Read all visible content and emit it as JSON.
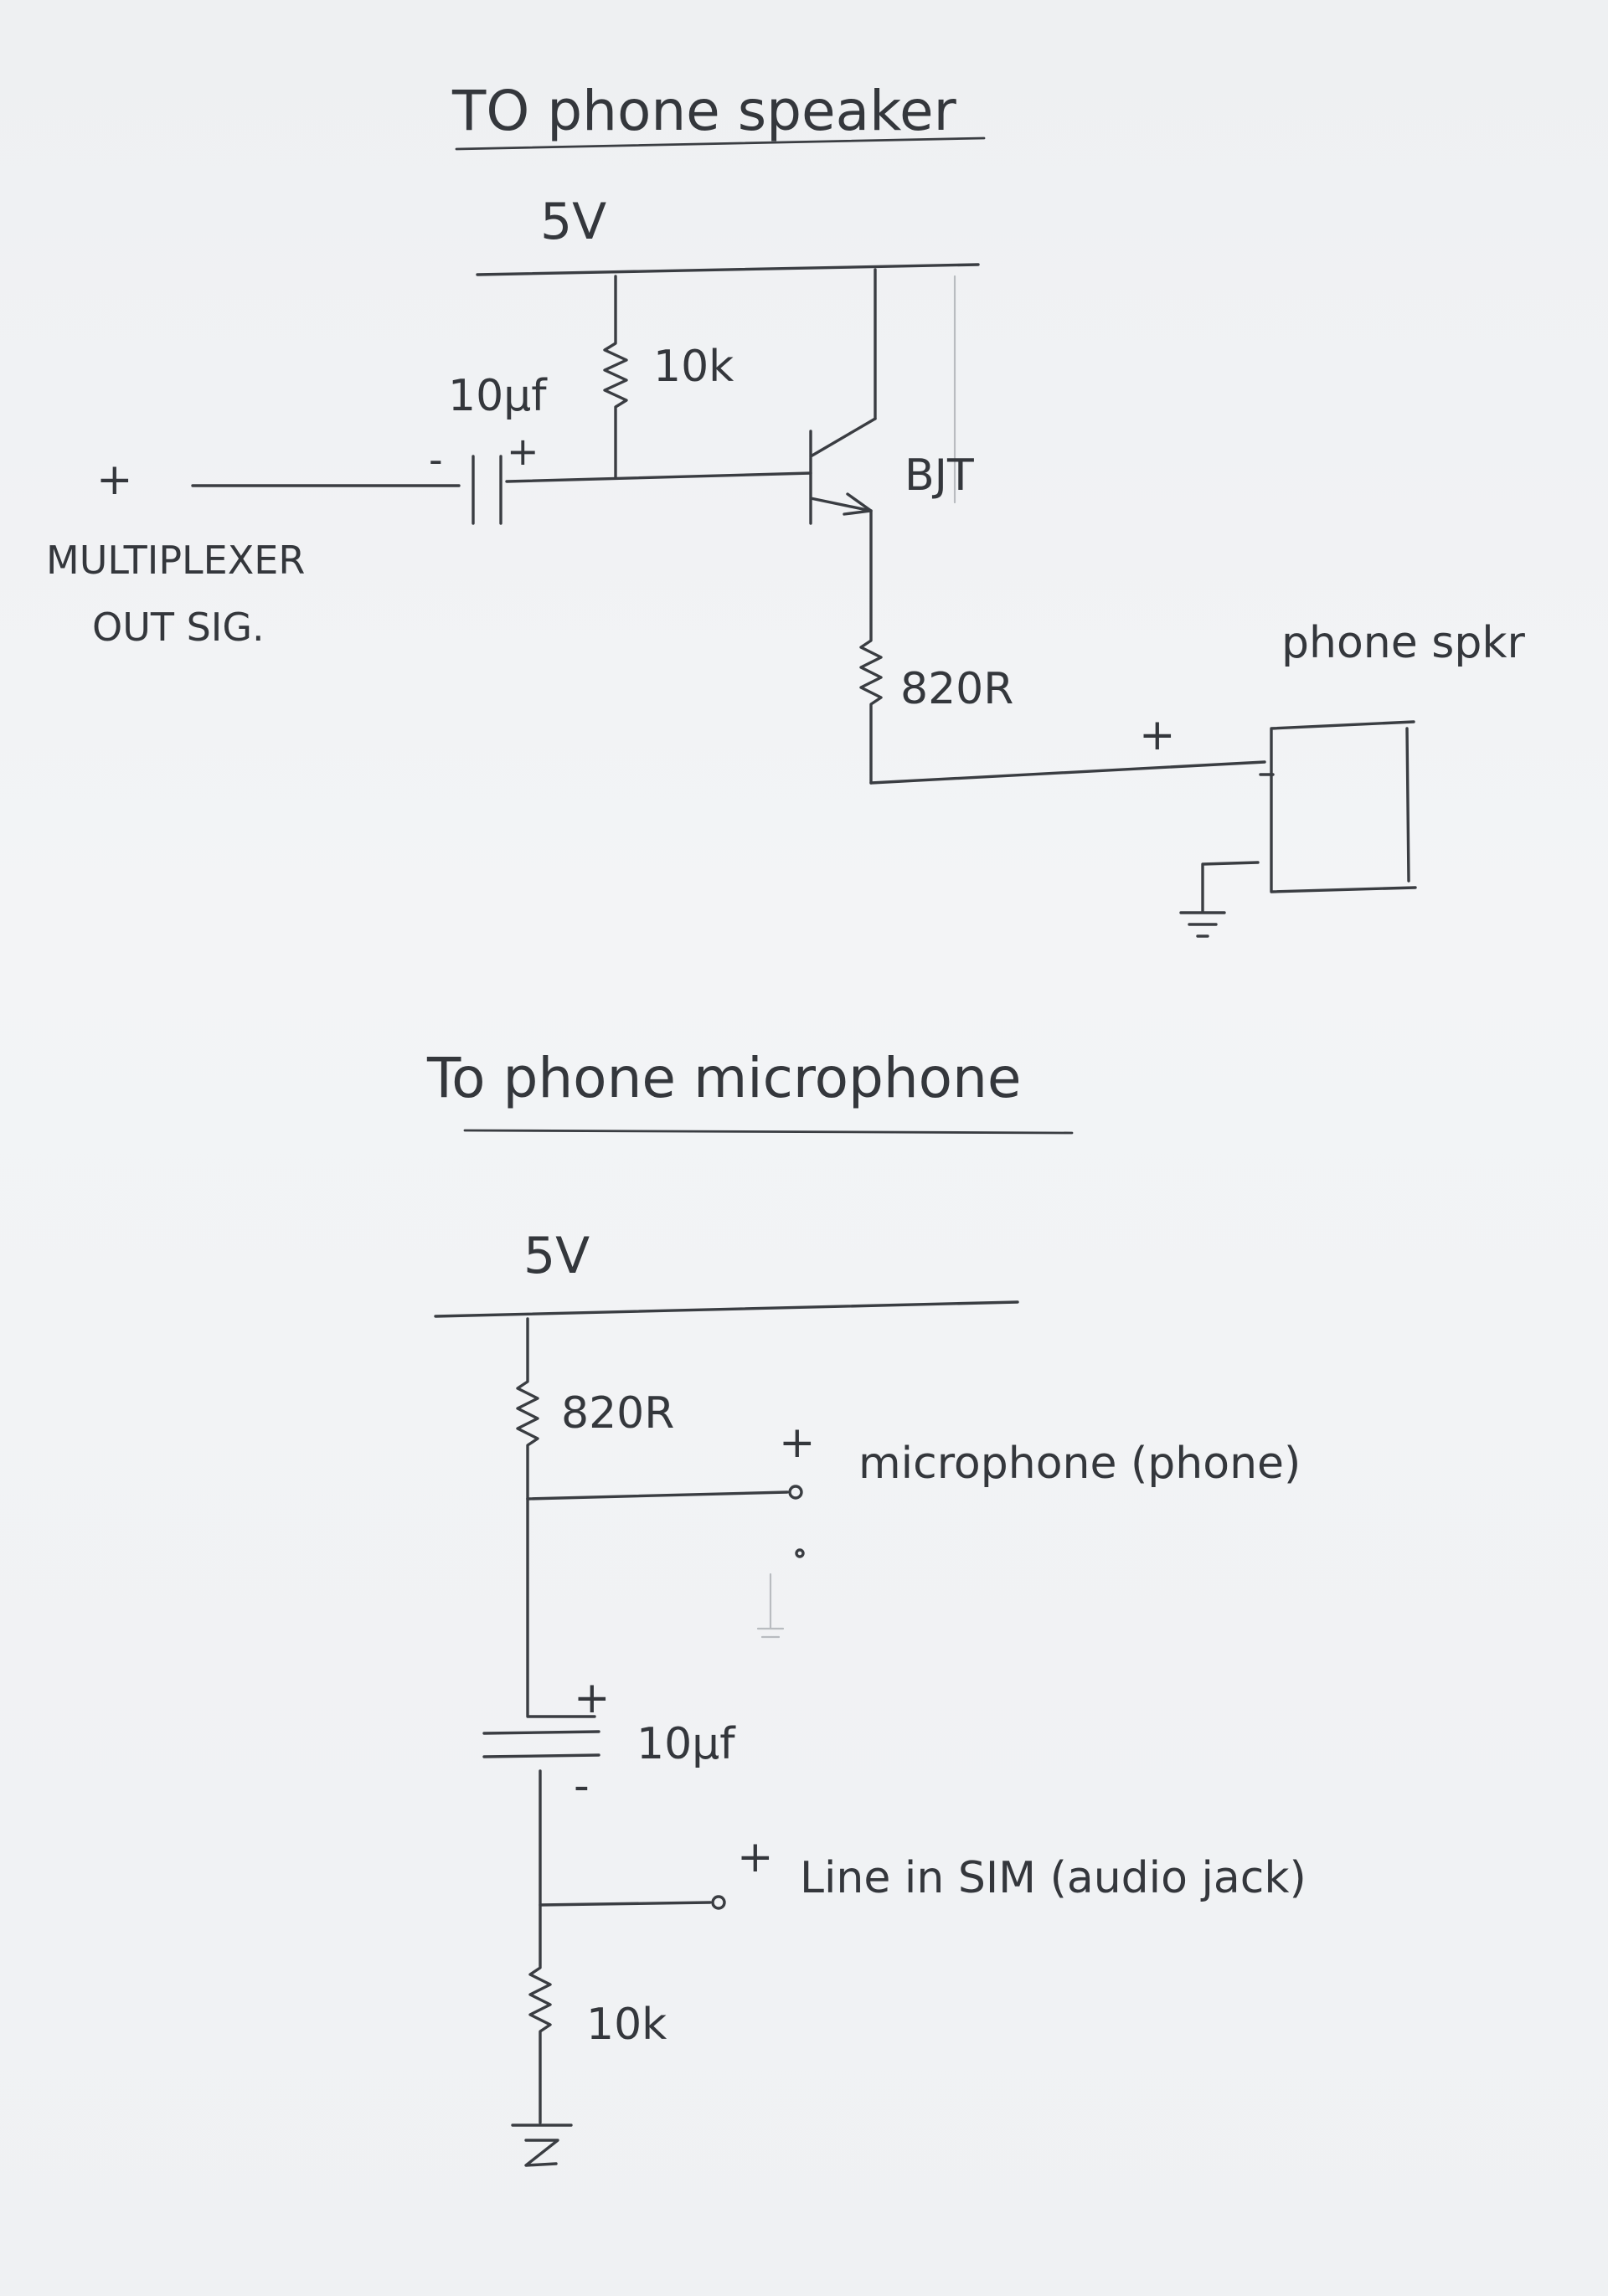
{
  "speaker_circuit": {
    "title": "TO phone speaker",
    "supply": "5V",
    "input_sign": "+",
    "input_label_line1": "MULTIPLEXER",
    "input_label_line2": "OUT SIG.",
    "capacitor_value": "10µf",
    "capacitor_minus": "-",
    "capacitor_plus": "+",
    "bias_resistor": "10k",
    "transistor": "BJT",
    "emitter_resistor": "820R",
    "speaker_label": "phone spkr",
    "speaker_plus": "+"
  },
  "microphone_circuit": {
    "title": "To phone microphone",
    "supply": "5V",
    "top_resistor": "820R",
    "mic_plus": "+",
    "mic_label": "microphone (phone)",
    "capacitor_plus": "+",
    "capacitor_value": "10µf",
    "capacitor_minus": "-",
    "line_plus": "+",
    "line_label": "Line in SIM (audio jack)",
    "bottom_resistor": "10k"
  }
}
